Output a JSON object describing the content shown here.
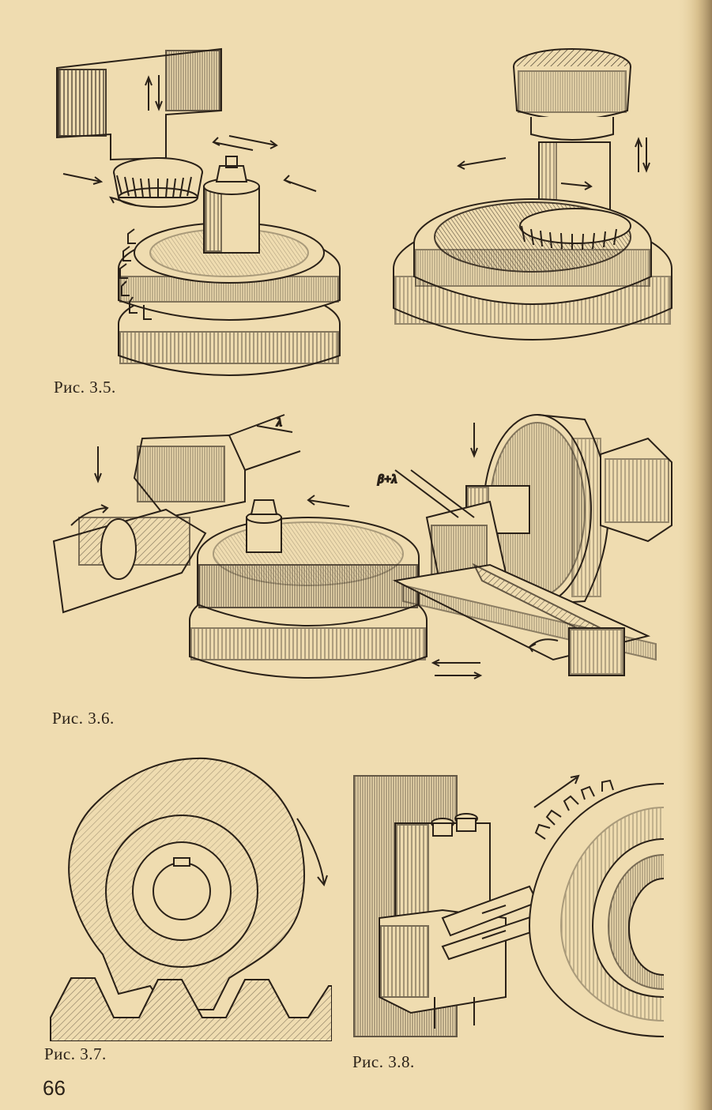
{
  "page": {
    "number": "66",
    "background": "#efdcb0",
    "ink": "#2a2118"
  },
  "figures": [
    {
      "id": "fig-3-5",
      "caption": "Рис. 3.5."
    },
    {
      "id": "fig-3-6",
      "caption": "Рис. 3.6.",
      "labels": {
        "lambda": "λ",
        "beta_lambda": "β+λ"
      }
    },
    {
      "id": "fig-3-7",
      "caption": "Рис. 3.7."
    },
    {
      "id": "fig-3-8",
      "caption": "Рис. 3.8."
    }
  ]
}
